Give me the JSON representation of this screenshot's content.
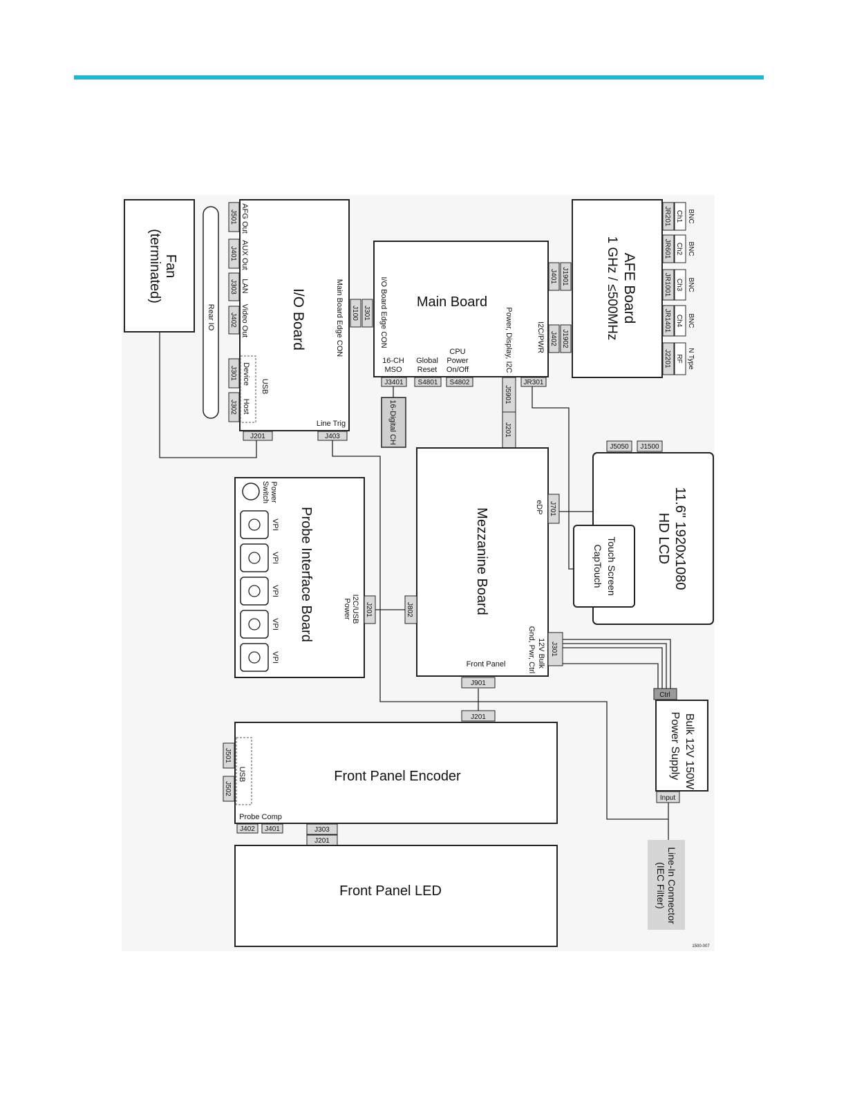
{
  "colors": {
    "accent_rule": "#1fb4d8",
    "board_fill": "#ffffff",
    "connector_fill": "#d9d9d9",
    "diagram_bg": "#f6f6f6",
    "line": "#222222"
  },
  "boards": {
    "fan": [
      "Fan",
      "(terminated)"
    ],
    "io": "I/O Board",
    "main": "Main Board",
    "afe": [
      "AFE Board",
      "1 GHz / ≤500MHz"
    ],
    "lcd": [
      "11.6\" 1920x1080",
      "HD LCD"
    ],
    "touch": [
      "Touch Screen",
      "CapTouch"
    ],
    "mezzanine": "Mezzanine Board",
    "probe": "Probe Interface Board",
    "psu": [
      "Bulk 12V 150W",
      "Power Supply"
    ],
    "encoder": "Front Panel Encoder",
    "led": "Front Panel LED",
    "digital": "16-Digital CH",
    "linein": [
      "Line-In Connector",
      "(IEC Filter)"
    ]
  },
  "labels": {
    "rear_io": "Rear IO",
    "afg_out": "AFG Out",
    "aux_out": "AUX Out",
    "lan": "LAN",
    "video_out": "Video Out",
    "device": "Device",
    "host": "Host",
    "usb": "USB",
    "main_edge": "Main Board Edge CON",
    "line_trig": "Line Trig",
    "io_edge": "I/O Board Edge CON",
    "pwr_disp": "Power, Display, I2C",
    "i2c_pwr": "I2C/PWR",
    "mso": [
      "16-CH",
      "MSO"
    ],
    "global_reset": [
      "Global",
      "Reset"
    ],
    "cpu_power": [
      "CPU",
      "Power",
      "On/Off"
    ],
    "bnc": "BNC",
    "ch1": "Ch1",
    "ch2": "Ch2",
    "ch3": "Ch3",
    "ch4": "Ch4",
    "rf": "RF",
    "ntype": "N Type",
    "edp": "eDP",
    "front_panel": "Front Panel",
    "bulk12": "12V Bulk",
    "gnd_pwr": "Gnd, Pwr, Ctrl",
    "i2c_usb": "I2C/USB",
    "power": "Power",
    "power_switch": [
      "Power",
      "Switch"
    ],
    "vpi": "VPI",
    "probe_comp": "Probe Comp",
    "ctrl": "Ctrl",
    "input": "Input",
    "fig_id": "1500-007"
  },
  "connectors": {
    "j501": "J501",
    "j401": "J401",
    "j303": "J303",
    "j402": "J402",
    "j301": "J301",
    "j302": "J302",
    "j201": "J201",
    "j403": "J403",
    "j100": "J100",
    "j3401": "J3401",
    "s4801": "S4801",
    "s4802": "S4802",
    "j5901": "J5901",
    "jr301": "JR301",
    "j1901": "J1901",
    "j1902": "J1902",
    "jr201": "JR201",
    "jr601": "JR601",
    "jr1001": "JR1001",
    "jr1401": "JR1401",
    "j2201": "J2201",
    "j5050": "J5050",
    "j1500": "J1500",
    "j701": "J701",
    "j802": "J802",
    "j901": "J901"
  }
}
